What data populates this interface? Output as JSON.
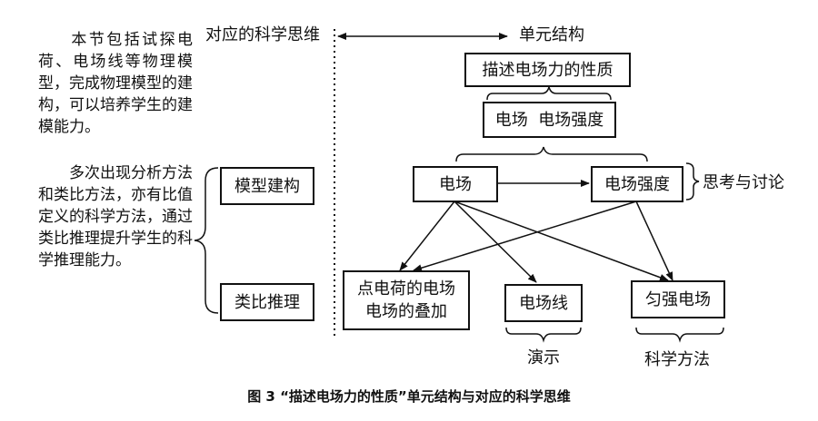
{
  "left_text": {
    "p1": "本节包括试探电荷、电场线等物理模型，完成物理模型的建构，可以培养学生的建模能力。",
    "p2": "多次出现分析方法和类比方法，亦有比值定义的科学方法，通过类比推理提升学生的科学推理能力。"
  },
  "headers": {
    "left": "对应的科学思维",
    "right": "单元结构"
  },
  "thinking": {
    "model": "模型建构",
    "analogy": "类比推理"
  },
  "structure": {
    "top": "描述电场力的性质",
    "second": "电场  电场强度",
    "field": "电场",
    "intensity": "电场强度",
    "discuss": "思考与讨论",
    "point_charge_1": "点电荷的电场",
    "point_charge_2": "电场的叠加",
    "field_lines": "电场线",
    "uniform": "匀强电场",
    "demo": "演示",
    "method": "科学方法"
  },
  "caption": "图 3 “描述电场力的性质”单元结构与对应的科学思维"
}
